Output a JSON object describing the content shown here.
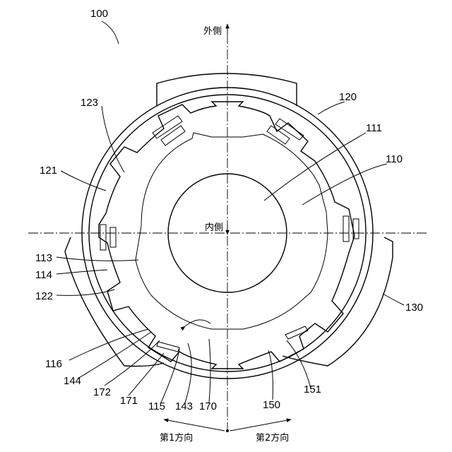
{
  "figure_ref": "100",
  "direction_labels": {
    "outer": "外側",
    "inner": "内側",
    "first": "第1方向",
    "second": "第2方向"
  },
  "reference_numerals": {
    "n120": "120",
    "n123": "123",
    "n111": "111",
    "n110": "110",
    "n121": "121",
    "n113": "113",
    "n114": "114",
    "n122": "122",
    "n130": "130",
    "n116": "116",
    "n144": "144",
    "n172": "172",
    "n171": "171",
    "n115": "115",
    "n143": "143",
    "n170": "170",
    "n150": "150",
    "n151": "151"
  }
}
